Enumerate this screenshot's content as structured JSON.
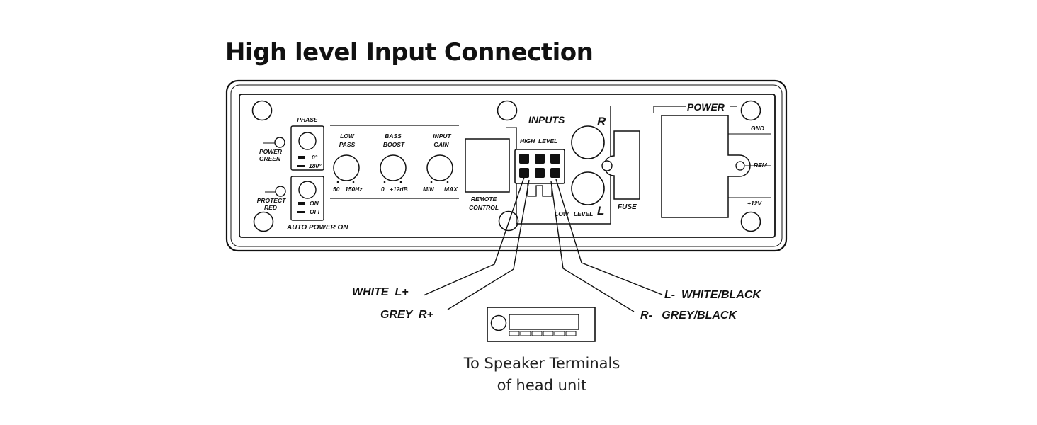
{
  "title": "High level Input Connection",
  "panel": {
    "phase": "PHASE",
    "phase_0": "0°",
    "phase_180": "180°",
    "power_green_1": "POWER",
    "power_green_2": "GREEN",
    "protect_red_1": "PROTECT",
    "protect_red_2": "RED",
    "on": "ON",
    "off": "OFF",
    "auto_power_on": "AUTO POWER ON",
    "low_pass_1": "LOW",
    "low_pass_2": "PASS",
    "low_pass_min": "50",
    "low_pass_max": "150Hz",
    "bass_boost_1": "BASS",
    "bass_boost_2": "BOOST",
    "bass_min": "0",
    "bass_max": "+12dB",
    "input_gain_1": "INPUT",
    "input_gain_2": "GAIN",
    "gain_min": "MIN",
    "gain_max": "MAX",
    "remote_control_1": "REMOTE",
    "remote_control_2": "CONTROL",
    "inputs": "INPUTS",
    "high_level": "HIGH  LEVEL",
    "low_level": "LOW   LEVEL",
    "r": "R",
    "l": "L",
    "fuse": "FUSE",
    "power": "POWER",
    "gnd": "GND",
    "rem": "REM",
    "plus12v": "+12V"
  },
  "wires": {
    "white_lplus": "WHITE  L+",
    "grey_rplus": "GREY  R+",
    "lminus_white_black": "L-  WHITE/BLACK",
    "rminus_grey_black": "R-   GREY/BLACK"
  },
  "caption": {
    "line1": "To Speaker Terminals",
    "line2": "of head unit"
  }
}
